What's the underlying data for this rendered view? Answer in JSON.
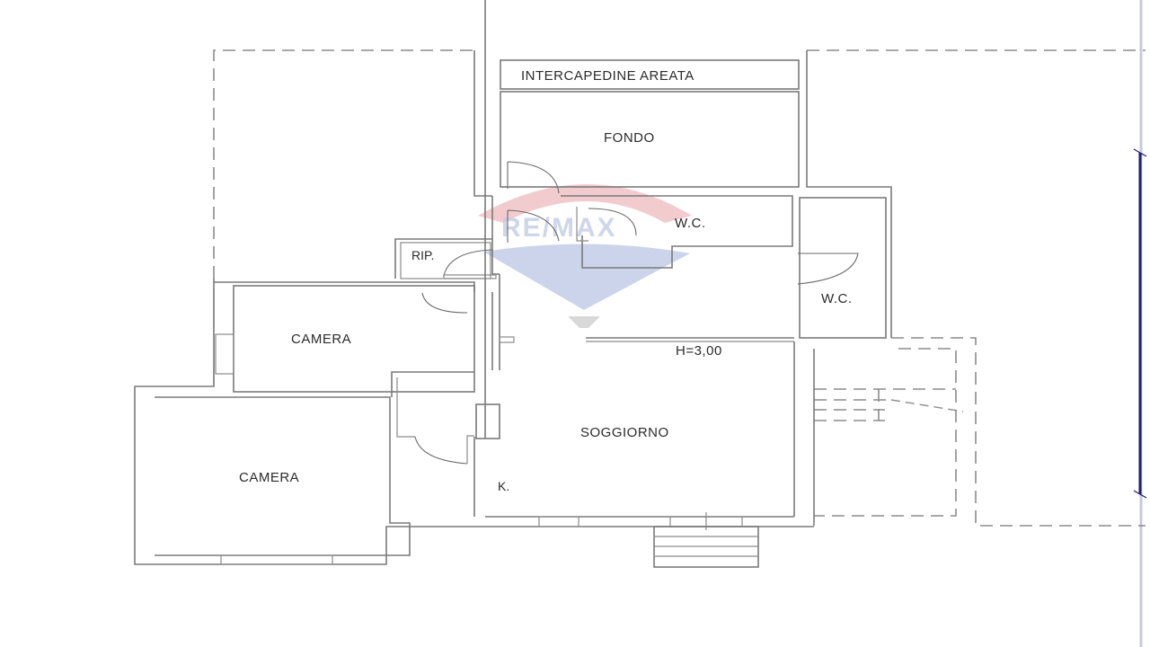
{
  "floor_plan": {
    "rooms": [
      {
        "id": "intercapedine",
        "label": "INTERCAPEDINE AREATA"
      },
      {
        "id": "fondo",
        "label": "FONDO"
      },
      {
        "id": "wc1",
        "label": "W.C."
      },
      {
        "id": "wc2",
        "label": "W.C."
      },
      {
        "id": "rip",
        "label": "RIP."
      },
      {
        "id": "camera1",
        "label": "CAMERA"
      },
      {
        "id": "camera2",
        "label": "CAMERA"
      },
      {
        "id": "soggiorno",
        "label": "SOGGIORNO"
      },
      {
        "id": "kitchen",
        "label": "K."
      }
    ],
    "ceiling_height": "H=3,00",
    "watermark": {
      "brand": "RE/MAX",
      "colors": {
        "red": "#e8a0a8",
        "blue": "#a8b8dc"
      }
    },
    "colors": {
      "wall": "#7a7a7a",
      "dimension_line": "#1e1e6e",
      "background": "#ffffff"
    }
  }
}
